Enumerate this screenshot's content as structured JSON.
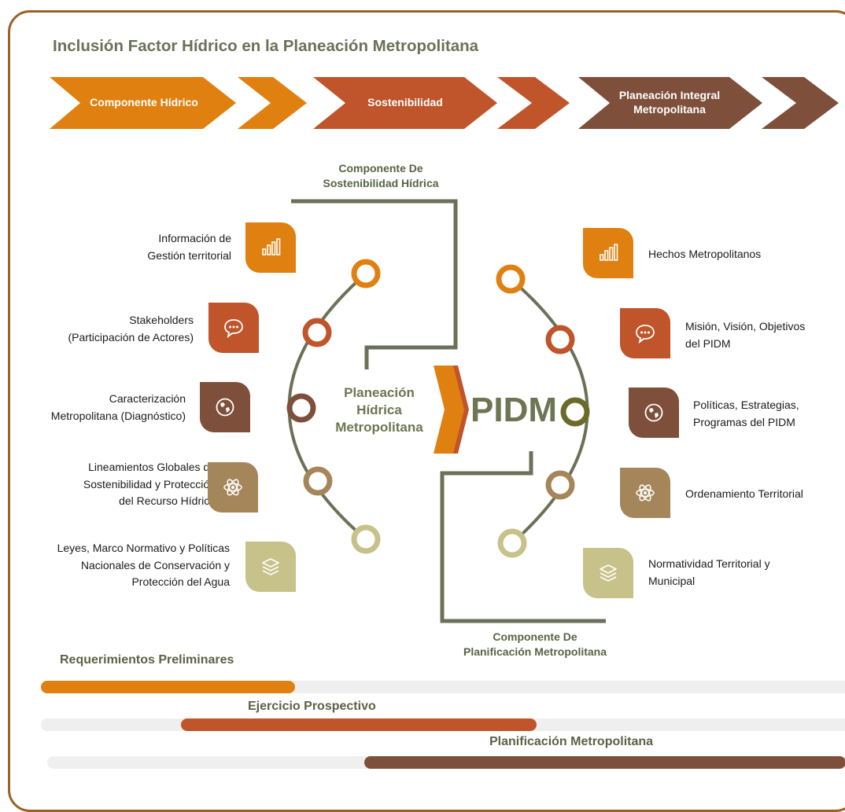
{
  "title": "Inclusión Factor Hídrico en la Planeación Metropolitana",
  "colors": {
    "frame": "#9a6224",
    "orange": "#e08010",
    "rust": "#c0542b",
    "brown": "#7e4f3a",
    "tan": "#a5865a",
    "sage": "#c7c18a",
    "olive": "#6b7158",
    "dark_olive": "#6b6a2a"
  },
  "process_arrows": [
    {
      "label": "Componente Hídrico",
      "color": "#e08010"
    },
    {
      "label": "Sostenibilidad",
      "color": "#c0542b"
    },
    {
      "label": "Planeación Integral\nMetropolitana",
      "color": "#7e4f3a"
    }
  ],
  "sections": {
    "top": "Componente De\nSostenibilidad Hídrica",
    "bottom": "Componente De\nPlanificación Metropolitana"
  },
  "center": {
    "left_text": "Planeación\nHídrica\nMetropolitana",
    "right_text": "PIDM"
  },
  "left_items": [
    {
      "label": "Información de\nGestión territorial",
      "icon": "bar-chart-icon",
      "color": "#e08010"
    },
    {
      "label": "Stakeholders\n(Participación de Actores)",
      "icon": "chat-bubble-icon",
      "color": "#c0542b"
    },
    {
      "label": "Caracterización\nMetropolitana (Diagnóstico)",
      "icon": "globe-icon",
      "color": "#7e4f3a"
    },
    {
      "label": "Lineamientos Globales de\nSostenibilidad y Protección\ndel Recurso Hídrico",
      "icon": "atom-icon",
      "color": "#a5865a"
    },
    {
      "label": "Leyes, Marco Normativo y Políticas\nNacionales de Conservación y\nProtección del Agua",
      "icon": "layers-icon",
      "color": "#c7c18a"
    }
  ],
  "right_items": [
    {
      "label": "Hechos Metropolitanos",
      "icon": "bar-chart-icon",
      "color": "#e08010"
    },
    {
      "label": "Misión, Visión, Objetivos\ndel PIDM",
      "icon": "chat-bubble-icon",
      "color": "#c0542b"
    },
    {
      "label": "Políticas, Estrategias,\nProgramas del PIDM",
      "icon": "globe-icon",
      "color": "#7e4f3a"
    },
    {
      "label": "Ordenamiento Territorial",
      "icon": "atom-icon",
      "color": "#a5865a"
    },
    {
      "label": "Normatividad Territorial y\nMunicipal",
      "icon": "layers-icon",
      "color": "#c7c18a"
    }
  ],
  "timeline": [
    {
      "label": "Requerimientos Preliminares",
      "color": "#e08010"
    },
    {
      "label": "Ejercicio Prospectivo",
      "color": "#c0542b"
    },
    {
      "label": "Planificación Metropolitana",
      "color": "#7e4f3a"
    }
  ]
}
